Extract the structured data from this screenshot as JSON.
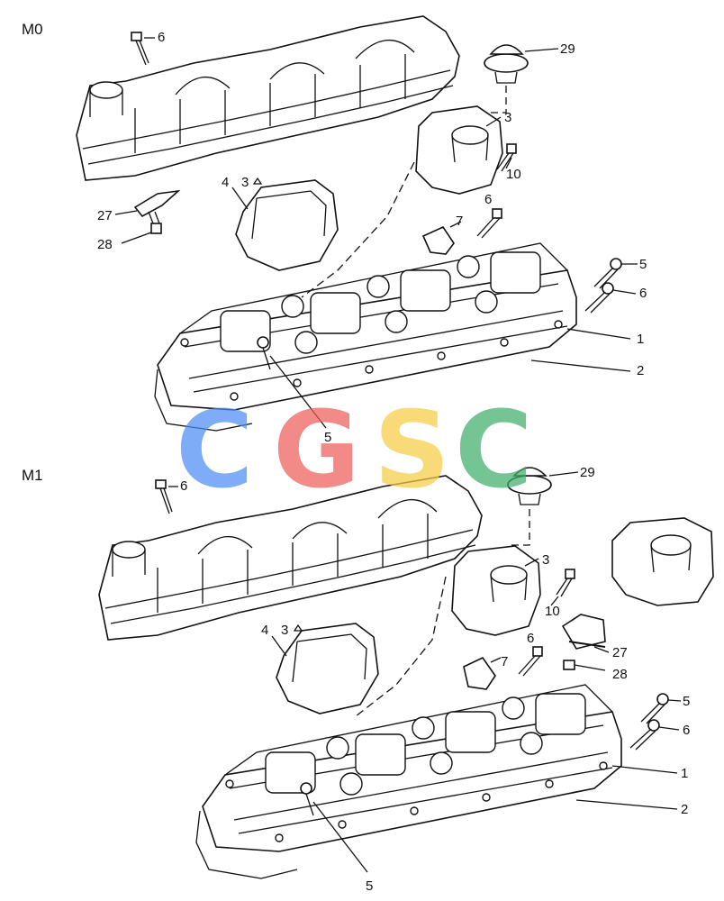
{
  "sections": {
    "m0": "M0",
    "m1": "M1"
  },
  "callouts": {
    "m0": {
      "n1": "1",
      "n2": "2",
      "n3": "3",
      "n3a": "3",
      "n4": "4",
      "n5a": "5",
      "n5b": "5",
      "n6a": "6",
      "n6b": "6",
      "n6c": "6",
      "n7": "7",
      "n10": "10",
      "n27": "27",
      "n28": "28",
      "n29": "29"
    },
    "m1": {
      "n1": "1",
      "n2": "2",
      "n3": "3",
      "n3a": "3",
      "n4": "4",
      "n5a": "5",
      "n5b": "5",
      "n6a": "6",
      "n6b": "6",
      "n6c": "6",
      "n7": "7",
      "n10": "10",
      "n27": "27",
      "n28": "28",
      "n29": "29"
    }
  },
  "watermark": {
    "letters": [
      "C",
      "G",
      "S",
      "C"
    ],
    "colors": [
      "#4e8df5",
      "#ee5f5b",
      "#f7cd46",
      "#3fae6b"
    ]
  }
}
